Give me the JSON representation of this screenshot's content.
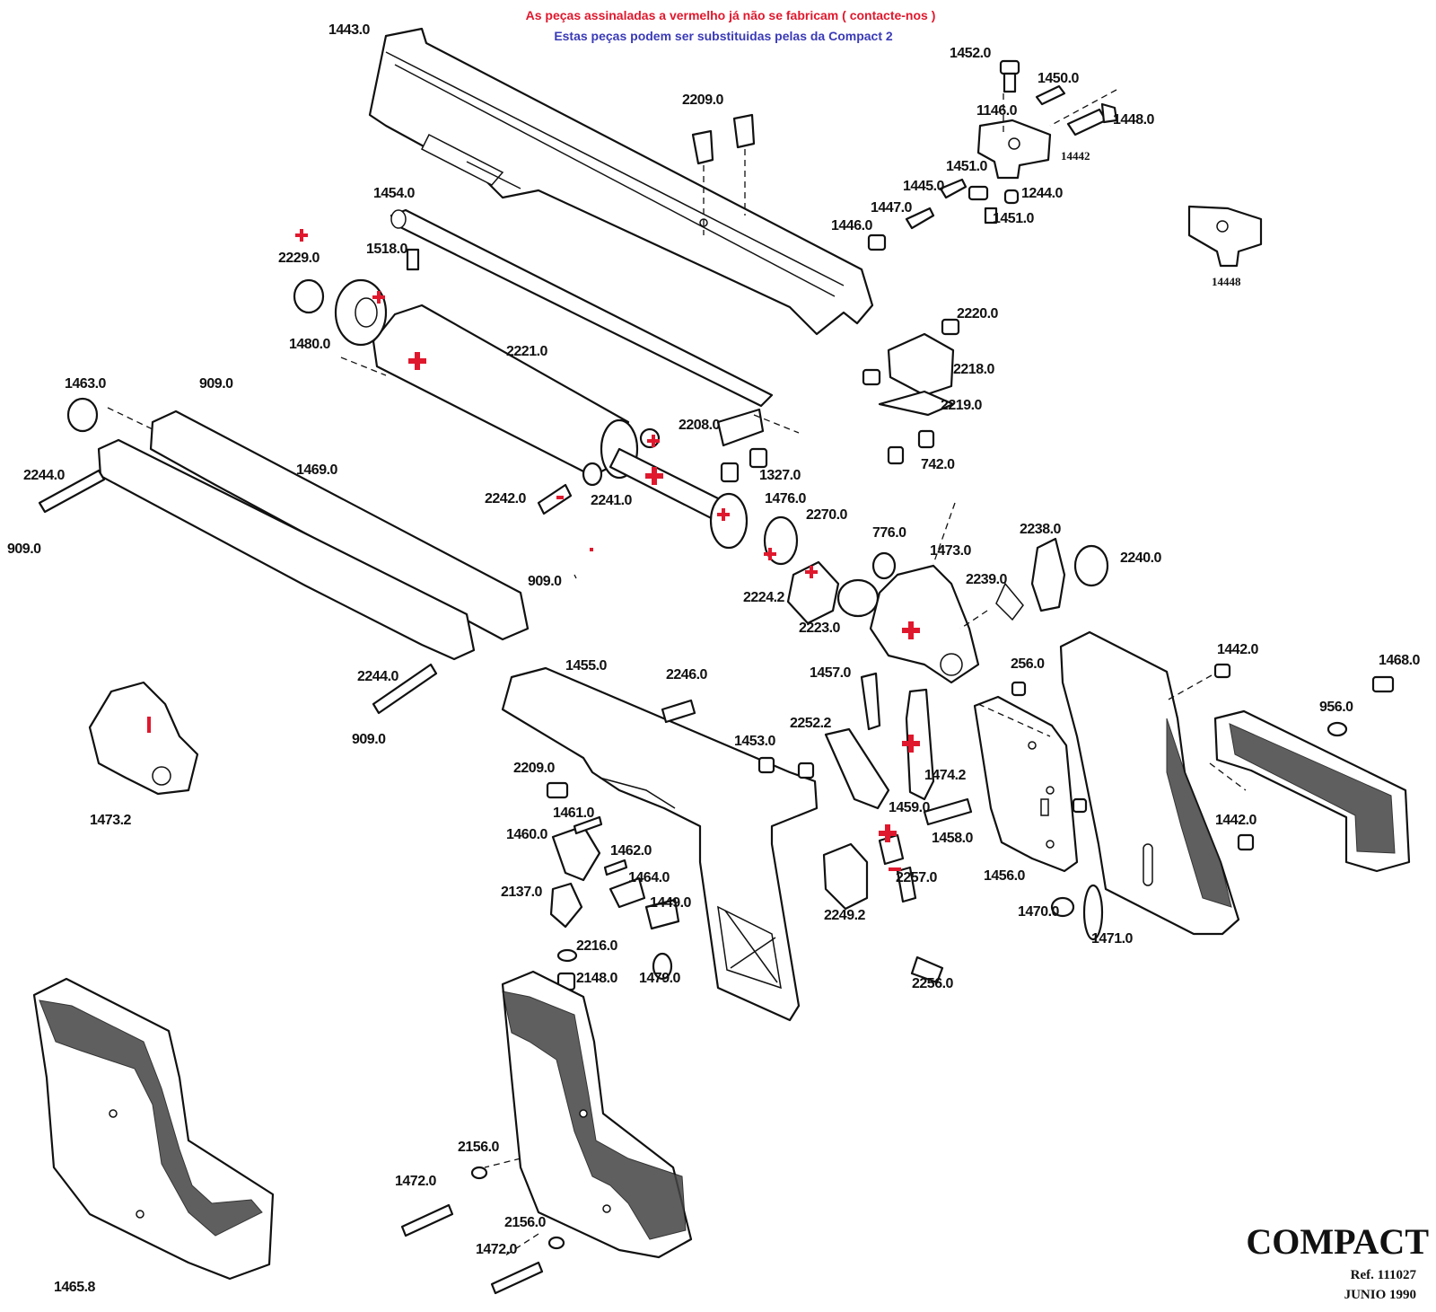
{
  "notes": {
    "discontinued": "As peças assinaladas a vermelho já não se fabricam ( contacte-nos )",
    "replacement": "Estas peças podem ser substituidas pelas da Compact 2"
  },
  "footer": {
    "model": "COMPACT",
    "ref": "Ref. 111027",
    "date": "JUNIO 1990"
  },
  "colors": {
    "discontinued_marker": "#e0182d",
    "replacement_note": "#3a3ab8",
    "line_art": "#111111"
  },
  "parts": [
    "1443.0",
    "1452.0",
    "1450.0",
    "1146.0",
    "1448.0",
    "14442",
    "2209.0",
    "1451.0",
    "1445.0",
    "1244.0",
    "1447.0",
    "1446.0",
    "1454.0",
    "14448",
    "2229.0",
    "1518.0",
    "1480.0",
    "2221.0",
    "2220.0",
    "2218.0",
    "2219.0",
    "742.0",
    "1463.0",
    "909.0",
    "1469.0",
    "2208.0",
    "1327.0",
    "2244.0",
    "2242.0",
    "2241.0",
    "1476.0",
    "2270.0",
    "776.0",
    "1473.0",
    "2238.0",
    "2240.0",
    "2239.0",
    "2224.2",
    "2223.0",
    "1457.0",
    "256.0",
    "1442.0",
    "1468.0",
    "956.0",
    "1455.0",
    "2246.0",
    "2252.2",
    "1453.0",
    "1474.2",
    "1473.2",
    "1461.0",
    "1459.0",
    "1460.0",
    "1458.0",
    "1462.0",
    "1464.0",
    "2137.0",
    "1449.0",
    "2216.0",
    "2148.0",
    "1479.0",
    "2257.0",
    "2249.2",
    "1456.0",
    "1470.0",
    "1471.0",
    "2256.0",
    "2156.0",
    "1472.0",
    "1465.8"
  ]
}
